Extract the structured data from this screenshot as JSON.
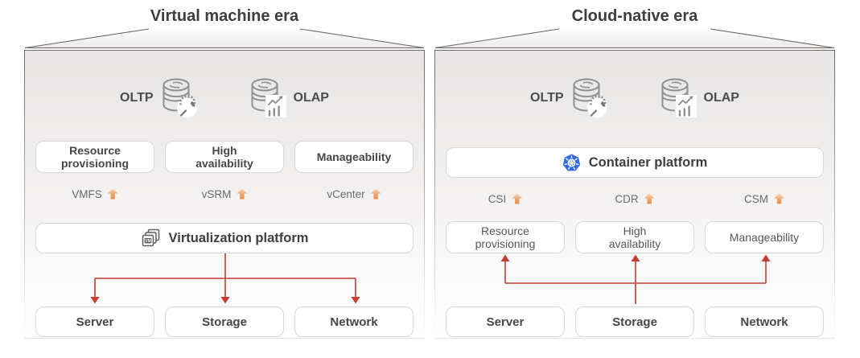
{
  "colors": {
    "flow_arrow_red": "#c63c32",
    "kubernetes_blue": "#326ce5",
    "interface_arrow_orange": "#e78f55",
    "panel_border_gray": "#6f6b69",
    "icon_gray": "#8f8f8f"
  },
  "panels": [
    {
      "title": "Virtual machine era",
      "workloads": [
        {
          "label": "OLTP",
          "icon": "database-gauge-icon"
        },
        {
          "label": "OLAP",
          "icon": "database-chart-icon"
        }
      ],
      "features": [
        {
          "label": "Resource\nprovisioning"
        },
        {
          "label": "High\navailability"
        },
        {
          "label": "Manageability"
        }
      ],
      "interfaces": [
        {
          "label": "VMFS",
          "icon": "up-arrow-icon"
        },
        {
          "label": "vSRM",
          "icon": "up-arrow-icon"
        },
        {
          "label": "vCenter",
          "icon": "up-arrow-icon"
        }
      ],
      "platform": {
        "label": "Virtualization platform",
        "icon": "vm-stack-icon"
      },
      "flow_direction": "down",
      "infrastructure": [
        {
          "label": "Server"
        },
        {
          "label": "Storage"
        },
        {
          "label": "Network"
        }
      ]
    },
    {
      "title": "Cloud-native era",
      "workloads": [
        {
          "label": "OLTP",
          "icon": "database-gauge-icon"
        },
        {
          "label": "OLAP",
          "icon": "database-chart-icon"
        }
      ],
      "platform": {
        "label": "Container platform",
        "icon": "kubernetes-icon"
      },
      "interfaces": [
        {
          "label": "CSI",
          "icon": "up-arrow-icon"
        },
        {
          "label": "CDR",
          "icon": "up-arrow-icon"
        },
        {
          "label": "CSM",
          "icon": "up-arrow-icon"
        }
      ],
      "features": [
        {
          "label": "Resource\nprovisioning"
        },
        {
          "label": "High\navailability"
        },
        {
          "label": "Manageability"
        }
      ],
      "flow_direction": "up",
      "infrastructure": [
        {
          "label": "Server"
        },
        {
          "label": "Storage"
        },
        {
          "label": "Network"
        }
      ]
    }
  ]
}
